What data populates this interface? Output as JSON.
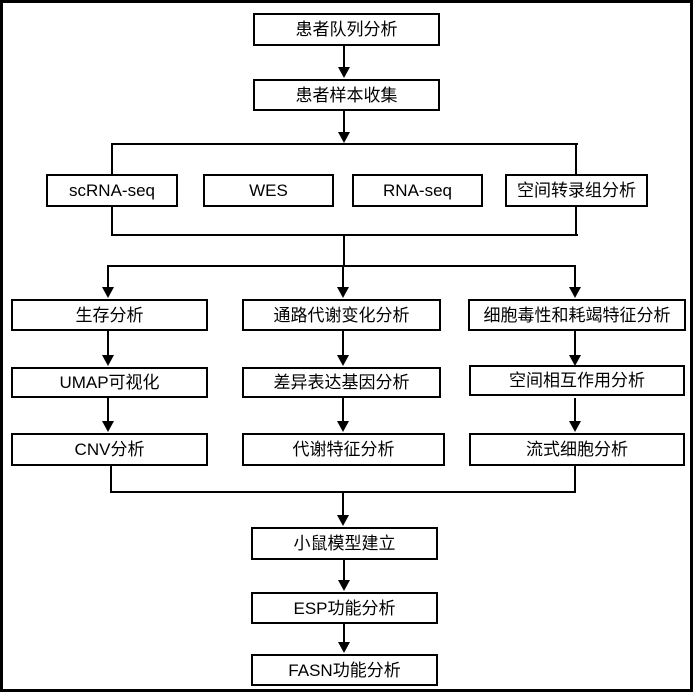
{
  "diagram": {
    "type": "flowchart",
    "nodes": {
      "patient_cohort": "患者队列分析",
      "sample_collection": "患者样本收集",
      "scrna_seq": "scRNA-seq",
      "wes": "WES",
      "rna_seq": "RNA-seq",
      "spatial_transcriptomics": "空间转录组分析",
      "survival": "生存分析",
      "umap": "UMAP可视化",
      "cnv": "CNV分析",
      "pathway_metabolism": "通路代谢变化分析",
      "deg": "差异表达基因分析",
      "metabolic_signature": "代谢特征分析",
      "cytotoxicity_exhaustion": "细胞毒性和耗竭特征分析",
      "spatial_interaction": "空间相互作用分析",
      "flow_cytometry": "流式细胞分析",
      "mouse_model": "小鼠模型建立",
      "esp_function": "ESP功能分析",
      "fasn_function": "FASN功能分析"
    },
    "edges": [
      "患者队列分析 -> 患者样本收集",
      "患者样本收集 -> scRNA-seq | WES | RNA-seq | 空间转录组分析",
      "合并 -> 生存分析 | 通路代谢变化分析 | 细胞毒性和耗竭特征分析",
      "生存分析 -> UMAP可视化 -> CNV分析",
      "通路代谢变化分析 -> 差异表达基因分析 -> 代谢特征分析",
      "细胞毒性和耗竭特征分析 -> 空间相互作用分析 -> 流式细胞分析",
      "合并 -> 小鼠模型建立 -> ESP功能分析 -> FASN功能分析"
    ],
    "colors": {
      "line": "#000000",
      "box_border": "#000000",
      "box_fill": "#ffffff",
      "background": "#ffffff",
      "text": "#000000"
    }
  }
}
